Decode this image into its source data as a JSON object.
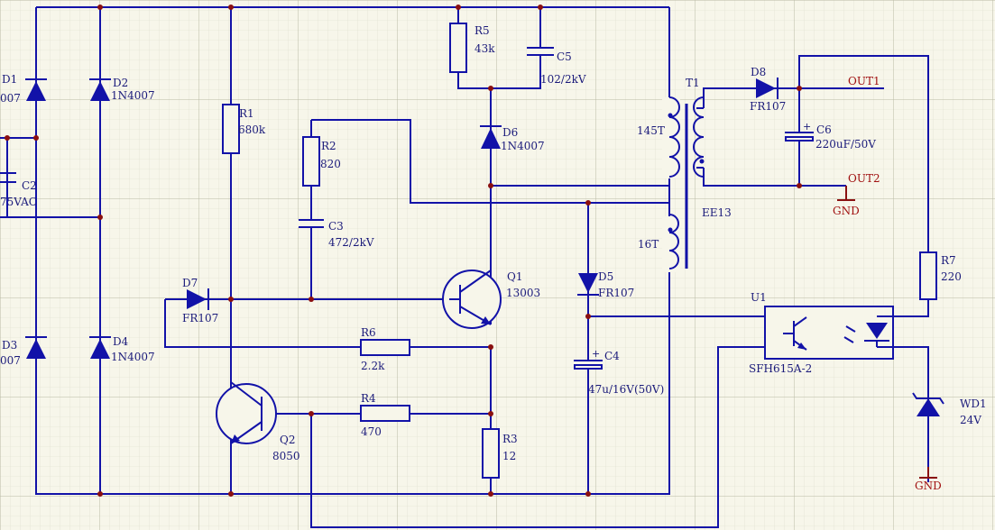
{
  "labels": {
    "d1": "D1",
    "d1v": "007",
    "d2": "D2",
    "d2v": "1N4007",
    "d3": "D3",
    "d3v": "007",
    "d4": "D4",
    "d4v": "1N4007",
    "c2": "C2",
    "c2v": "75VAC",
    "r1": "R1",
    "r1v": "680k",
    "r2": "R2",
    "r2v": "820",
    "c3": "C3",
    "c3v": "472/2kV",
    "r5": "R5",
    "r5v": "43k",
    "c5": "C5",
    "c5v": "102/2kV",
    "d6": "D6",
    "d6v": "1N4007",
    "d7": "D7",
    "d7v": "FR107",
    "q1": "Q1",
    "q1v": "13003",
    "r6": "R6",
    "r6v": "2.2k",
    "d5": "D5",
    "d5v": "FR107",
    "c4": "C4",
    "c4v": "47u/16V(50V)",
    "q2": "Q2",
    "q2v": "8050",
    "r4": "R4",
    "r4v": "470",
    "r3": "R3",
    "r3v": "12",
    "t1": "T1",
    "t1v": "EE13",
    "w145": "145T",
    "w16": "16T",
    "d8": "D8",
    "d8v": "FR107",
    "c6": "C6",
    "c6v": "220uF/50V",
    "out1": "OUT1",
    "out2": "OUT2",
    "gnd": "GND",
    "r7": "R7",
    "r7v": "220",
    "u1": "U1",
    "u1v": "SFH615A-2",
    "wd1": "WD1",
    "wd1v": "24V"
  },
  "colors": {
    "background": "#f7f6ea",
    "grid": "#c8c8b4",
    "wire": "#1212a8",
    "label": "#1a1a7a",
    "net_label": "#a01010"
  }
}
